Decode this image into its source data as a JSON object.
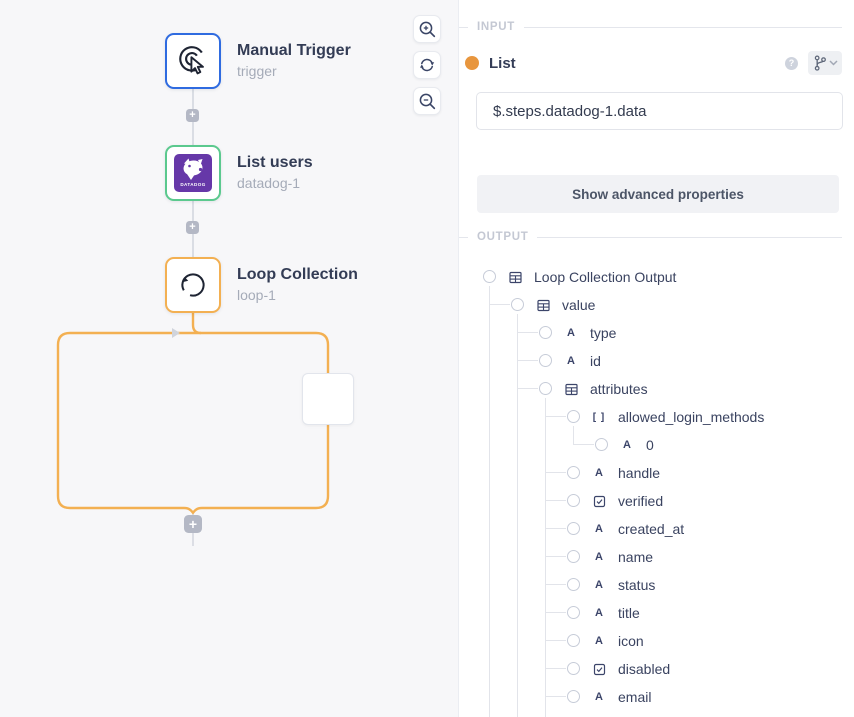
{
  "canvas": {
    "nodes": [
      {
        "title": "Manual Trigger",
        "subtitle": "trigger",
        "icon": "manual-trigger-icon",
        "border_color": "#2f6be0"
      },
      {
        "title": "List users",
        "subtitle": "datadog-1",
        "icon": "datadog-icon",
        "border_color": "#5bc98e",
        "logo_text": "DATADOG"
      },
      {
        "title": "Loop Collection",
        "subtitle": "loop-1",
        "icon": "loop-icon",
        "border_color": "#f3b052"
      }
    ],
    "zoom_controls": {
      "zoom_in": "zoom-in-icon",
      "fit": "refresh-icon",
      "zoom_out": "zoom-out-icon"
    },
    "loop_color": "#f3b052",
    "connector_color": "#dadde4"
  },
  "panel": {
    "input_section": {
      "header": "INPUT",
      "field_label": "List",
      "field_value": "$.steps.datadog-1.data",
      "help_icon": "?",
      "advanced_button": "Show advanced properties",
      "dot_color": "#e8963e"
    },
    "output_section": {
      "header": "OUTPUT",
      "tree": [
        {
          "label": "Loop Collection Output",
          "type": "table",
          "level": 0
        },
        {
          "label": "value",
          "type": "table",
          "level": 1
        },
        {
          "label": "type",
          "type": "string",
          "level": 2
        },
        {
          "label": "id",
          "type": "string",
          "level": 2
        },
        {
          "label": "attributes",
          "type": "table",
          "level": 2
        },
        {
          "label": "allowed_login_methods",
          "type": "array",
          "level": 3
        },
        {
          "label": "0",
          "type": "string",
          "level": 4
        },
        {
          "label": "handle",
          "type": "string",
          "level": 3
        },
        {
          "label": "verified",
          "type": "boolean",
          "level": 3
        },
        {
          "label": "created_at",
          "type": "string",
          "level": 3
        },
        {
          "label": "name",
          "type": "string",
          "level": 3
        },
        {
          "label": "status",
          "type": "string",
          "level": 3
        },
        {
          "label": "title",
          "type": "string",
          "level": 3
        },
        {
          "label": "icon",
          "type": "string",
          "level": 3
        },
        {
          "label": "disabled",
          "type": "boolean",
          "level": 3
        },
        {
          "label": "email",
          "type": "string",
          "level": 3
        }
      ]
    }
  }
}
